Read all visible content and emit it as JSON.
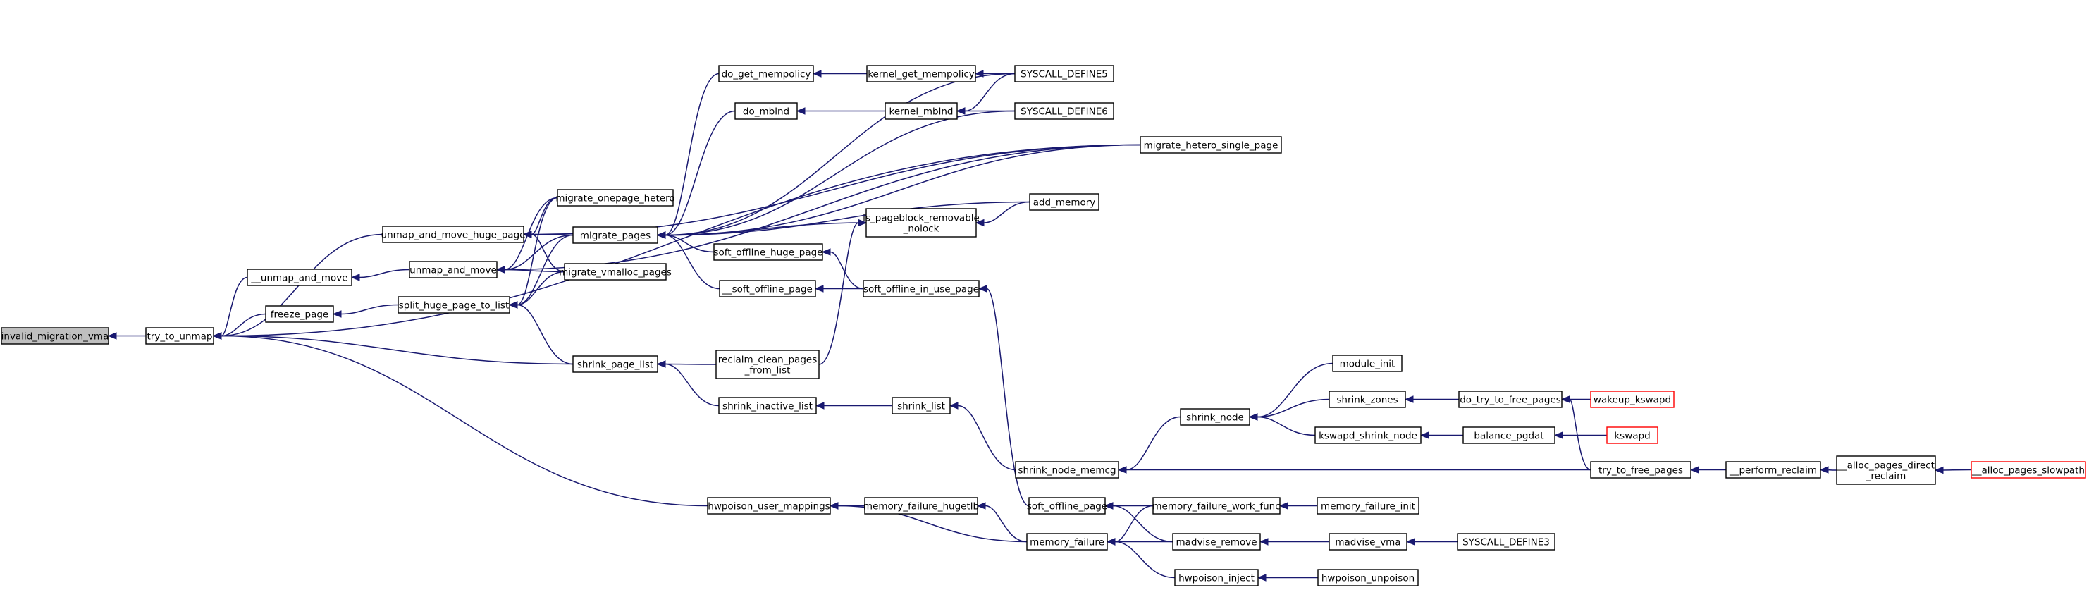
{
  "diagram": {
    "title": "",
    "colors": {
      "edge": "#191970",
      "node_fill": "#ffffff",
      "root_fill": "#bfbfbf",
      "node_border": "#000000",
      "truncated_border": "#ff0000"
    },
    "nodes": [
      {
        "id": "invalid_migration_vma",
        "lines": [
          "invalid_migration_vma"
        ],
        "style": "root"
      },
      {
        "id": "try_to_unmap",
        "lines": [
          "try_to_unmap"
        ]
      },
      {
        "id": "unmap_and_move_huge_page",
        "lines": [
          "unmap_and_move_huge_page"
        ]
      },
      {
        "id": "__unmap_and_move",
        "lines": [
          "__unmap_and_move"
        ]
      },
      {
        "id": "freeze_page",
        "lines": [
          "freeze_page"
        ]
      },
      {
        "id": "unmap_and_move",
        "lines": [
          "unmap_and_move"
        ]
      },
      {
        "id": "split_huge_page_to_list",
        "lines": [
          "split_huge_page_to_list"
        ]
      },
      {
        "id": "shrink_page_list",
        "lines": [
          "shrink_page_list"
        ]
      },
      {
        "id": "hwpoison_user_mappings",
        "lines": [
          "hwpoison_user_mappings"
        ]
      },
      {
        "id": "migrate_onepage_hetero",
        "lines": [
          "migrate_onepage_hetero"
        ]
      },
      {
        "id": "migrate_pages",
        "lines": [
          "migrate_pages"
        ]
      },
      {
        "id": "migrate_vmalloc_pages",
        "lines": [
          "migrate_vmalloc_pages"
        ]
      },
      {
        "id": "do_get_mempolicy",
        "lines": [
          "do_get_mempolicy"
        ]
      },
      {
        "id": "do_mbind",
        "lines": [
          "do_mbind"
        ]
      },
      {
        "id": "soft_offline_huge_page",
        "lines": [
          "soft_offline_huge_page"
        ]
      },
      {
        "id": "__soft_offline_page",
        "lines": [
          "__soft_offline_page"
        ]
      },
      {
        "id": "reclaim_clean_pages_from_list",
        "lines": [
          "reclaim_clean_pages",
          "_from_list"
        ]
      },
      {
        "id": "shrink_inactive_list",
        "lines": [
          "shrink_inactive_list"
        ]
      },
      {
        "id": "memory_failure_hugetlb",
        "lines": [
          "memory_failure_hugetlb"
        ]
      },
      {
        "id": "kernel_get_mempolicy",
        "lines": [
          "kernel_get_mempolicy"
        ]
      },
      {
        "id": "kernel_mbind",
        "lines": [
          "kernel_mbind"
        ]
      },
      {
        "id": "is_pageblock_removable_nolock",
        "lines": [
          "is_pageblock_removable",
          "_nolock"
        ]
      },
      {
        "id": "soft_offline_in_use_page",
        "lines": [
          "soft_offline_in_use_page"
        ]
      },
      {
        "id": "shrink_list",
        "lines": [
          "shrink_list"
        ]
      },
      {
        "id": "shrink_node_memcg",
        "lines": [
          "shrink_node_memcg"
        ]
      },
      {
        "id": "soft_offline_page",
        "lines": [
          "soft_offline_page"
        ]
      },
      {
        "id": "memory_failure",
        "lines": [
          "memory_failure"
        ]
      },
      {
        "id": "SYSCALL_DEFINE5",
        "lines": [
          "SYSCALL_DEFINE5"
        ]
      },
      {
        "id": "SYSCALL_DEFINE6",
        "lines": [
          "SYSCALL_DEFINE6"
        ]
      },
      {
        "id": "migrate_hetero_single_page",
        "lines": [
          "migrate_hetero_single_page"
        ]
      },
      {
        "id": "add_memory",
        "lines": [
          "add_memory"
        ]
      },
      {
        "id": "shrink_node",
        "lines": [
          "shrink_node"
        ]
      },
      {
        "id": "memory_failure_work_func",
        "lines": [
          "memory_failure_work_func"
        ]
      },
      {
        "id": "madvise_remove",
        "lines": [
          "madvise_remove"
        ]
      },
      {
        "id": "hwpoison_inject",
        "lines": [
          "hwpoison_inject"
        ]
      },
      {
        "id": "module_init",
        "lines": [
          "module_init"
        ]
      },
      {
        "id": "shrink_zones",
        "lines": [
          "shrink_zones"
        ]
      },
      {
        "id": "kswapd_shrink_node",
        "lines": [
          "kswapd_shrink_node"
        ]
      },
      {
        "id": "memory_failure_init",
        "lines": [
          "memory_failure_init"
        ]
      },
      {
        "id": "madvise_vma",
        "lines": [
          "madvise_vma"
        ]
      },
      {
        "id": "hwpoison_unpoison",
        "lines": [
          "hwpoison_unpoison"
        ]
      },
      {
        "id": "do_try_to_free_pages",
        "lines": [
          "do_try_to_free_pages"
        ]
      },
      {
        "id": "balance_pgdat",
        "lines": [
          "balance_pgdat"
        ]
      },
      {
        "id": "SYSCALL_DEFINE3",
        "lines": [
          "SYSCALL_DEFINE3"
        ]
      },
      {
        "id": "try_to_free_pages",
        "lines": [
          "try_to_free_pages"
        ]
      },
      {
        "id": "wakeup_kswapd",
        "lines": [
          "wakeup_kswapd"
        ],
        "style": "truncated"
      },
      {
        "id": "kswapd",
        "lines": [
          "kswapd"
        ],
        "style": "truncated"
      },
      {
        "id": "__perform_reclaim",
        "lines": [
          "__perform_reclaim"
        ]
      },
      {
        "id": "__alloc_pages_direct_reclaim",
        "lines": [
          "__alloc_pages_direct",
          "_reclaim"
        ]
      },
      {
        "id": "__alloc_pages_slowpath",
        "lines": [
          "__alloc_pages_slowpath"
        ],
        "style": "truncated"
      }
    ],
    "edges": [
      [
        "try_to_unmap",
        "invalid_migration_vma"
      ],
      [
        "unmap_and_move_huge_page",
        "try_to_unmap"
      ],
      [
        "__unmap_and_move",
        "try_to_unmap"
      ],
      [
        "freeze_page",
        "try_to_unmap"
      ],
      [
        "shrink_page_list",
        "try_to_unmap"
      ],
      [
        "hwpoison_user_mappings",
        "try_to_unmap"
      ],
      [
        "migrate_hetero_single_page",
        "try_to_unmap"
      ],
      [
        "unmap_and_move",
        "__unmap_and_move"
      ],
      [
        "split_huge_page_to_list",
        "freeze_page"
      ],
      [
        "migrate_onepage_hetero",
        "unmap_and_move_huge_page"
      ],
      [
        "migrate_pages",
        "unmap_and_move_huge_page"
      ],
      [
        "migrate_vmalloc_pages",
        "unmap_and_move_huge_page"
      ],
      [
        "migrate_hetero_single_page",
        "unmap_and_move_huge_page"
      ],
      [
        "migrate_onepage_hetero",
        "unmap_and_move"
      ],
      [
        "migrate_pages",
        "unmap_and_move"
      ],
      [
        "migrate_vmalloc_pages",
        "unmap_and_move"
      ],
      [
        "migrate_hetero_single_page",
        "unmap_and_move"
      ],
      [
        "migrate_onepage_hetero",
        "split_huge_page_to_list"
      ],
      [
        "migrate_pages",
        "split_huge_page_to_list"
      ],
      [
        "migrate_vmalloc_pages",
        "split_huge_page_to_list"
      ],
      [
        "shrink_page_list",
        "split_huge_page_to_list"
      ],
      [
        "reclaim_clean_pages_from_list",
        "shrink_page_list"
      ],
      [
        "shrink_inactive_list",
        "shrink_page_list"
      ],
      [
        "do_get_mempolicy",
        "migrate_pages"
      ],
      [
        "do_mbind",
        "migrate_pages"
      ],
      [
        "soft_offline_huge_page",
        "migrate_pages"
      ],
      [
        "__soft_offline_page",
        "migrate_pages"
      ],
      [
        "SYSCALL_DEFINE5",
        "migrate_pages"
      ],
      [
        "SYSCALL_DEFINE6",
        "migrate_pages"
      ],
      [
        "migrate_hetero_single_page",
        "migrate_pages"
      ],
      [
        "add_memory",
        "migrate_pages"
      ],
      [
        "is_pageblock_removable_nolock",
        "migrate_pages"
      ],
      [
        "kernel_get_mempolicy",
        "do_get_mempolicy"
      ],
      [
        "kernel_mbind",
        "do_mbind"
      ],
      [
        "SYSCALL_DEFINE5",
        "kernel_get_mempolicy"
      ],
      [
        "SYSCALL_DEFINE5",
        "kernel_mbind"
      ],
      [
        "SYSCALL_DEFINE6",
        "kernel_mbind"
      ],
      [
        "add_memory",
        "is_pageblock_removable_nolock"
      ],
      [
        "reclaim_clean_pages_from_list",
        "is_pageblock_removable_nolock"
      ],
      [
        "soft_offline_in_use_page",
        "soft_offline_huge_page"
      ],
      [
        "soft_offline_in_use_page",
        "__soft_offline_page"
      ],
      [
        "soft_offline_page",
        "soft_offline_in_use_page"
      ],
      [
        "shrink_list",
        "shrink_inactive_list"
      ],
      [
        "shrink_node_memcg",
        "shrink_list"
      ],
      [
        "shrink_node",
        "shrink_node_memcg"
      ],
      [
        "try_to_free_pages",
        "shrink_node_memcg"
      ],
      [
        "module_init",
        "shrink_node"
      ],
      [
        "shrink_zones",
        "shrink_node"
      ],
      [
        "kswapd_shrink_node",
        "shrink_node"
      ],
      [
        "do_try_to_free_pages",
        "shrink_zones"
      ],
      [
        "balance_pgdat",
        "kswapd_shrink_node"
      ],
      [
        "wakeup_kswapd",
        "do_try_to_free_pages"
      ],
      [
        "try_to_free_pages",
        "do_try_to_free_pages"
      ],
      [
        "kswapd",
        "balance_pgdat"
      ],
      [
        "__perform_reclaim",
        "try_to_free_pages"
      ],
      [
        "__alloc_pages_direct_reclaim",
        "__perform_reclaim"
      ],
      [
        "__alloc_pages_slowpath",
        "__alloc_pages_direct_reclaim"
      ],
      [
        "memory_failure_hugetlb",
        "hwpoison_user_mappings"
      ],
      [
        "memory_failure",
        "hwpoison_user_mappings"
      ],
      [
        "memory_failure",
        "memory_failure_hugetlb"
      ],
      [
        "memory_failure_work_func",
        "soft_offline_page"
      ],
      [
        "madvise_remove",
        "soft_offline_page"
      ],
      [
        "memory_failure_work_func",
        "memory_failure"
      ],
      [
        "madvise_remove",
        "memory_failure"
      ],
      [
        "hwpoison_inject",
        "memory_failure"
      ],
      [
        "memory_failure_init",
        "memory_failure_work_func"
      ],
      [
        "madvise_vma",
        "madvise_remove"
      ],
      [
        "SYSCALL_DEFINE3",
        "madvise_vma"
      ],
      [
        "hwpoison_unpoison",
        "hwpoison_inject"
      ]
    ]
  }
}
